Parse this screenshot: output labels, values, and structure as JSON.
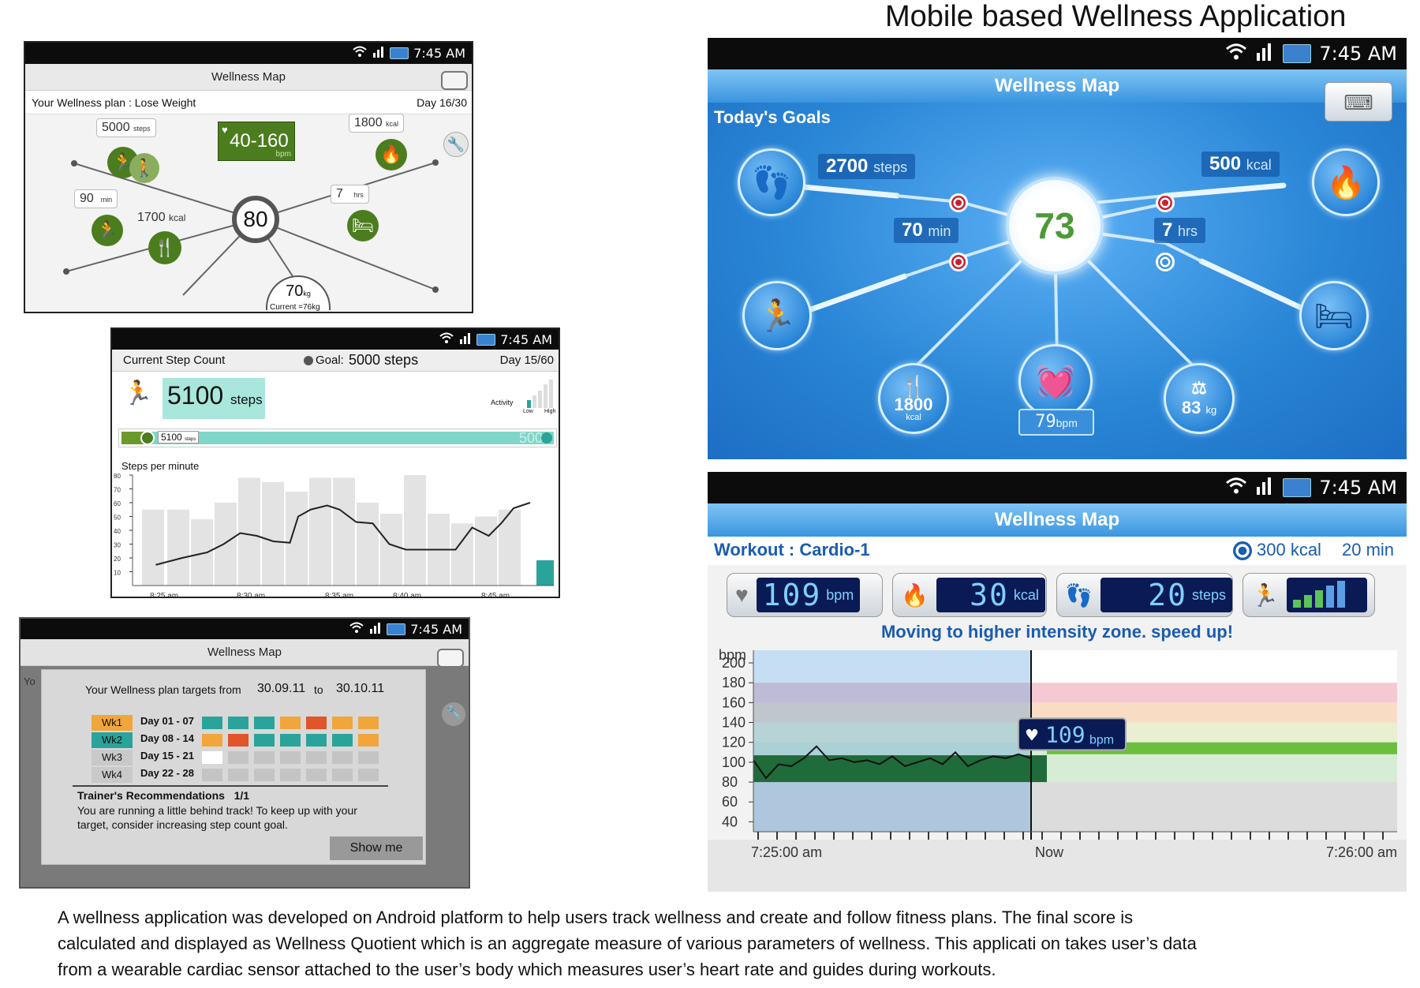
{
  "page_title": "Mobile based Wellness Application",
  "status": {
    "time": "7:45 AM"
  },
  "screen1": {
    "app_title": "Wellness Map",
    "plan_text": "Your Wellness plan : Lose Weight",
    "day": "Day 16/30",
    "score": "80",
    "heart": "40-160",
    "heart_unit": "bpm",
    "steps": "5000",
    "steps_unit": "steps",
    "kcal_burn": "1800",
    "kcal_unit": "kcal",
    "min": "90",
    "min_unit": "min",
    "kcal_food": "1700",
    "sleep": "7",
    "sleep_unit": "hrs",
    "weight": "70",
    "weight_unit": "kg",
    "current_weight": "Current =76kg"
  },
  "screen2": {
    "title": "Current Step Count",
    "goal_label": "Goal:",
    "goal_value": "5000 steps",
    "day": "Day 15/60",
    "steps_value": "5100",
    "steps_unit": "steps",
    "activity_label": "Activity",
    "activity_low": "Low",
    "activity_high": "High",
    "bar_marker": "5100",
    "bar_marker_unit": "steps",
    "bar_end": "500",
    "chart_title": "Steps per minute",
    "y_ticks": [
      "80",
      "70",
      "60",
      "50",
      "40",
      "30",
      "20",
      "10"
    ],
    "x_ticks": [
      "8:25 am",
      "8:30 am",
      "8:35 am",
      "8:40 am",
      "8:45 am"
    ]
  },
  "screen3": {
    "app_title": "Wellness Map",
    "targets_text": "Your Wellness plan targets from",
    "from": "30.09.11",
    "to_label": "to",
    "to": "30.10.11",
    "weeks": [
      {
        "wk": "Wk1",
        "days": "Day 01 - 07"
      },
      {
        "wk": "Wk2",
        "days": "Day 08 - 14"
      },
      {
        "wk": "Wk3",
        "days": "Day 15 - 21"
      },
      {
        "wk": "Wk4",
        "days": "Day 22 - 28"
      }
    ],
    "rec_title": "Trainer's Recommendations   1/1",
    "rec_text1": "You are running a little behind track! To keep up with your",
    "rec_text2": "target, consider increasing step count goal.",
    "show_me": "Show me",
    "peek_text": "Yo"
  },
  "screen4": {
    "app_title": "Wellness Map",
    "goals_title": "Today's Goals",
    "score": "73",
    "steps_value": "2700",
    "steps_unit": "steps",
    "kcal_value": "500",
    "kcal_unit": "kcal",
    "min_value": "70",
    "min_unit": "min",
    "hrs_value": "7",
    "hrs_unit": "hrs",
    "food_value": "1800",
    "food_unit": "kcal",
    "bpm_value": "79",
    "bpm_unit": "bpm",
    "weight_value": "83",
    "weight_unit": "kg"
  },
  "screen5": {
    "app_title": "Wellness Map",
    "workout": "Workout : Cardio-1",
    "target_kcal": "300 kcal",
    "target_min": "20 min",
    "hr_value": "109",
    "hr_unit": "bpm",
    "kcal_value": "30",
    "kcal_unit": "kcal",
    "steps_value": "20",
    "steps_unit": "steps",
    "message": "Moving to higher intensity zone. speed up!",
    "y_label": "bpm",
    "y_ticks": [
      "200",
      "180",
      "160",
      "140",
      "120",
      "100",
      "80",
      "60",
      "40"
    ],
    "marker_value": "109",
    "marker_unit": "bpm",
    "x_start": "7:25:00 am",
    "x_now": "Now",
    "x_end": "7:26:00 am"
  },
  "caption": [
    "A wellness application was developed on Android platform to help users track wellness and create and follow fitness plans. The final score is",
    "calculated and displayed as Wellness Quotient which is an aggregate measure of various parameters of wellness. This applicati on takes user’s data",
    "from a wearable cardiac sensor attached to the user’s body which measures user’s heart rate and guides during workouts."
  ],
  "colors": {
    "green": "#4b7d1e",
    "teal": "#7fd6c8",
    "blue_bg": "#2a86d6",
    "orange": "#f0a63a",
    "red": "#e0552a",
    "teal_sq": "#2aa39a"
  }
}
